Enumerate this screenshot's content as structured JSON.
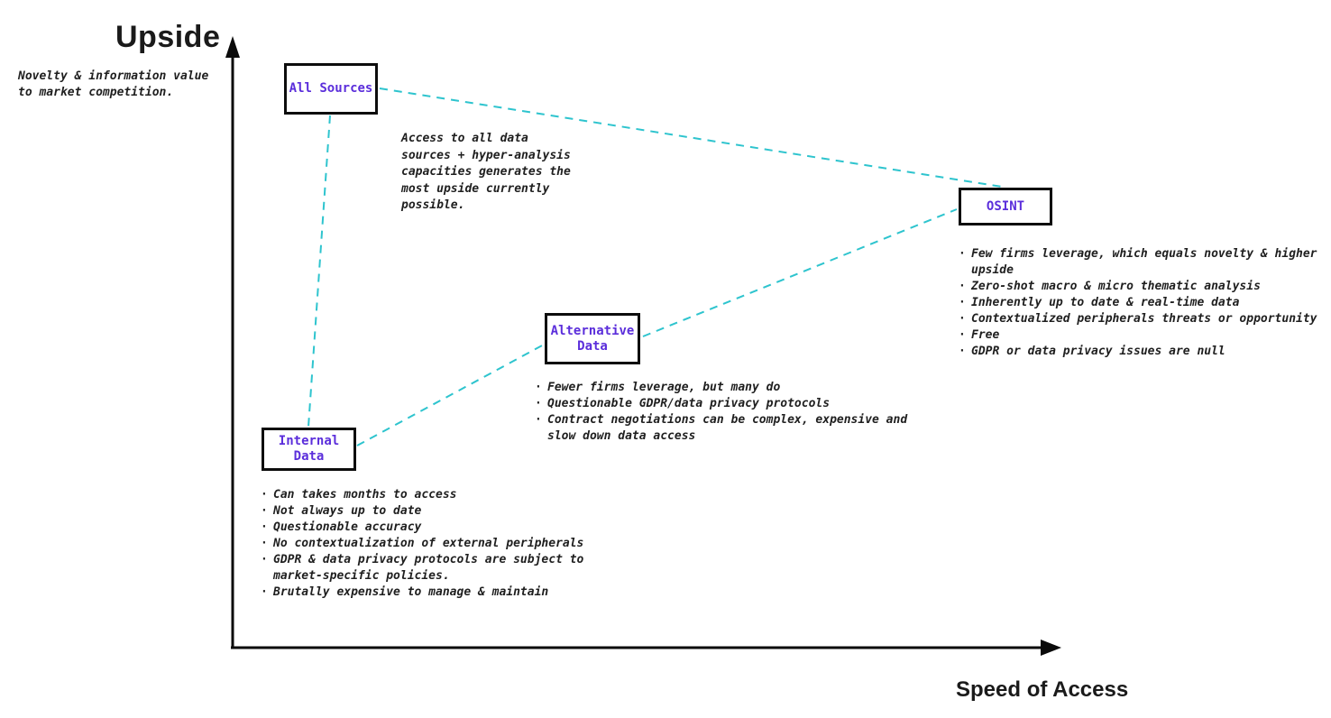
{
  "colors": {
    "node_label_accent": "#5B2EDB",
    "connector_dash": "#2EC4CE",
    "ink": "#1b1b1b"
  },
  "axes": {
    "y_title": "Upside",
    "y_subtitle": "Novelty & information value\nto market competition.",
    "x_title": "Speed of Access"
  },
  "nodes": {
    "all_sources": {
      "label": "All Sources",
      "note": "Access to all data\nsources + hyper-analysis\ncapacities generates the\nmost upside currently\npossible."
    },
    "osint": {
      "label": "OSINT",
      "bullets": [
        "Few firms leverage, which equals novelty & higher\nupside",
        "Zero-shot macro & micro thematic analysis",
        "Inherently up to date & real-time data",
        "Contextualized peripherals threats or opportunity",
        "Free",
        "GDPR or data privacy issues are null"
      ]
    },
    "alternative_data": {
      "label": "Alternative\nData",
      "bullets": [
        "Fewer firms leverage, but many do",
        "Questionable GDPR/data privacy protocols",
        "Contract negotiations can be complex, expensive and\nslow down data access"
      ]
    },
    "internal_data": {
      "label": "Internal\nData",
      "bullets": [
        "Can takes months to access",
        "Not always up to date",
        "Questionable accuracy",
        "No contextualization of external peripherals",
        "GDPR & data privacy protocols are subject to\nmarket-specific policies.",
        "Brutally expensive to manage & maintain"
      ]
    }
  }
}
